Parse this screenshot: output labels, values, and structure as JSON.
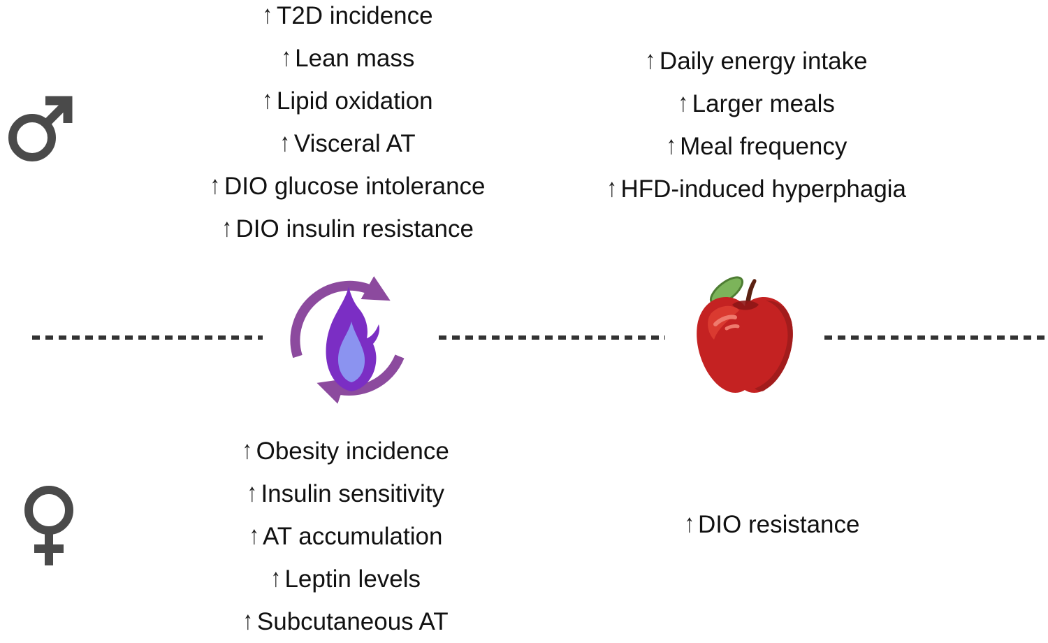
{
  "arrow_glyph": "↑",
  "sections": {
    "male_metabolism": {
      "symbol": "male",
      "items": [
        "T2D incidence",
        "Lean mass",
        "Lipid oxidation",
        "Visceral AT",
        "DIO glucose intolerance",
        "DIO insulin resistance"
      ]
    },
    "male_intake": {
      "items": [
        "Daily energy intake",
        "Larger meals",
        "Meal frequency",
        "HFD-induced hyperphagia"
      ]
    },
    "female_metabolism": {
      "symbol": "female",
      "items": [
        "Obesity incidence",
        "Insulin sensitivity",
        "AT accumulation",
        "Leptin levels",
        "Subcutaneous AT"
      ]
    },
    "female_intake": {
      "items": [
        "DIO resistance"
      ]
    }
  },
  "icons": {
    "male_symbol": "male-sign",
    "female_symbol": "female-sign",
    "metabolism": "flame-in-cycle-arrows",
    "food_intake": "red-apple"
  },
  "colors": {
    "text": "#111111",
    "sex_symbol_gray": "#4a4a4a",
    "dashed_line": "#333333",
    "cycle_arrow_purple": "#8c4a9e",
    "flame_outer_purple": "#7b2ec4",
    "flame_inner_periwinkle": "#8b93f0",
    "apple_red": "#c42222",
    "apple_shadow_red": "#9c1b1b",
    "apple_highlight_red": "#da3a30",
    "apple_leaf_green": "#7cb45a",
    "apple_stem_brown": "#5c2112"
  }
}
